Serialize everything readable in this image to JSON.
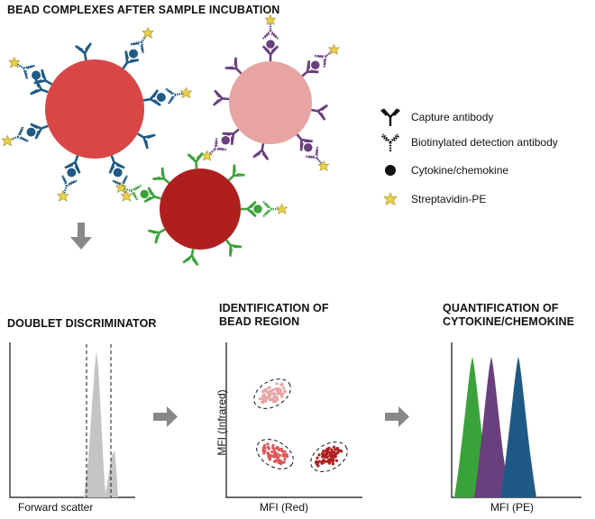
{
  "title": "BEAD COMPLEXES AFTER SAMPLE INCUBATION",
  "legend": [
    {
      "icon": "capture-antibody-icon",
      "label": "Capture antibody"
    },
    {
      "icon": "biotinylated-detection-antibody-icon",
      "label": "Biotinylated detection antibody"
    },
    {
      "icon": "cytokine-dot-icon",
      "label": "Cytokine/chemokine"
    },
    {
      "icon": "streptavidin-pe-icon",
      "label": "Streptavidin-PE"
    }
  ],
  "panels": {
    "doublet": {
      "title": "DOUBLET DISCRIMINATOR",
      "xlabel": "Forward scatter"
    },
    "bead_region": {
      "title_line1": "IDENTIFICATION OF",
      "title_line2": "BEAD REGION",
      "xlabel": "MFI (Red)",
      "ylabel": "MFI (Infrared)"
    },
    "quant": {
      "title_line1": "QUANTIFICATION OF",
      "title_line2": "CYTOKINE/CHEMOKINE",
      "xlabel": "MFI (PE)"
    }
  },
  "colors": {
    "blue": "#1f5a86",
    "purple": "#6a3f7e",
    "green": "#3aa23a",
    "bead_red": "#d94646",
    "bead_pink": "#e8a3a3",
    "bead_dark": "#b01f1f",
    "star": "#e7cf4b",
    "arrow": "#888888",
    "hist": "#c4c4c4"
  }
}
